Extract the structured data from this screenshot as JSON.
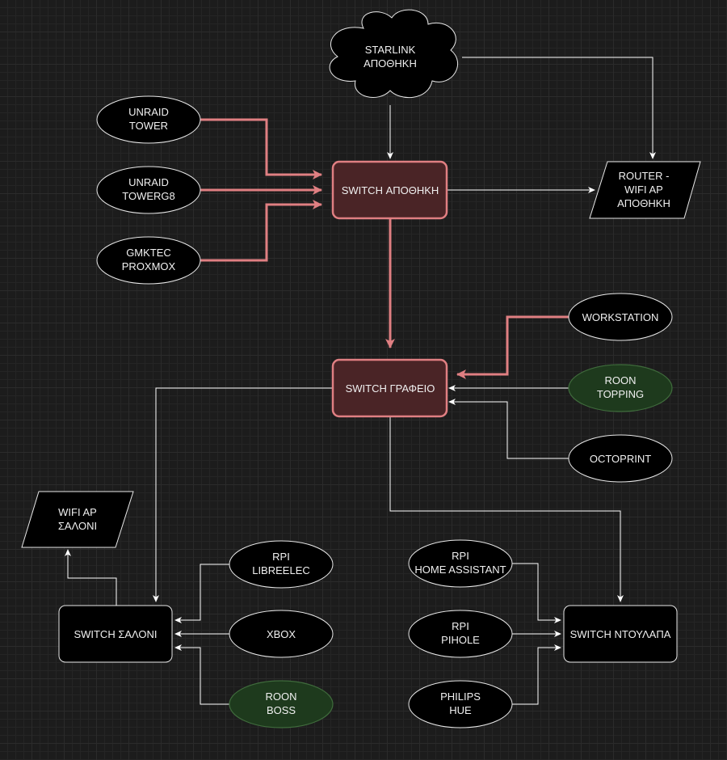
{
  "colors": {
    "background": "#1c1c1c",
    "node_fill": "#000000",
    "node_stroke": "#e8e8e8",
    "switch_fill": "#4a2426",
    "switch_stroke": "#e07f82",
    "green_fill": "#1e3a1d",
    "green_stroke": "#3f6b3c",
    "edge_white": "#ffffff",
    "edge_red": "#e07f82"
  },
  "nodes": {
    "starlink": [
      "STARLINK",
      "ΑΠΟΘΗΚΗ"
    ],
    "unraid_tower": [
      "UNRAID",
      "TOWER"
    ],
    "unraid_towerg8": [
      "UNRAID",
      "TOWERG8"
    ],
    "gmktec": [
      "GMKTEC",
      "PROXMOX"
    ],
    "switch_apothiki": [
      "SWITCH ΑΠΟΘΗΚΗ"
    ],
    "router": [
      "ROUTER -",
      "WIFI AP",
      "ΑΠΟΘΗΚΗ"
    ],
    "workstation": [
      "WORKSTATION"
    ],
    "switch_grafeio": [
      "SWITCH ΓΡΑΦΕΙΟ"
    ],
    "roon_topping": [
      "ROON",
      "TOPPING"
    ],
    "octoprint": [
      "OCTOPRINT"
    ],
    "wifi_saloni": [
      "WIFI AP",
      "ΣΑΛΟΝΙ"
    ],
    "rpi_libreelec": [
      "RPI",
      "LIBREELEC"
    ],
    "xbox": [
      "XBOX"
    ],
    "roon_boss": [
      "ROON",
      "BOSS"
    ],
    "switch_saloni": [
      "SWITCH ΣΑΛΟΝΙ"
    ],
    "rpi_ha": [
      "RPI",
      "HOME ASSISTANT"
    ],
    "rpi_pihole": [
      "RPI",
      "PIHOLE"
    ],
    "philips_hue": [
      "PHILIPS",
      "HUE"
    ],
    "switch_ntoulapa": [
      "SWITCH ΝΤΟΥΛΑΠΑ"
    ]
  }
}
